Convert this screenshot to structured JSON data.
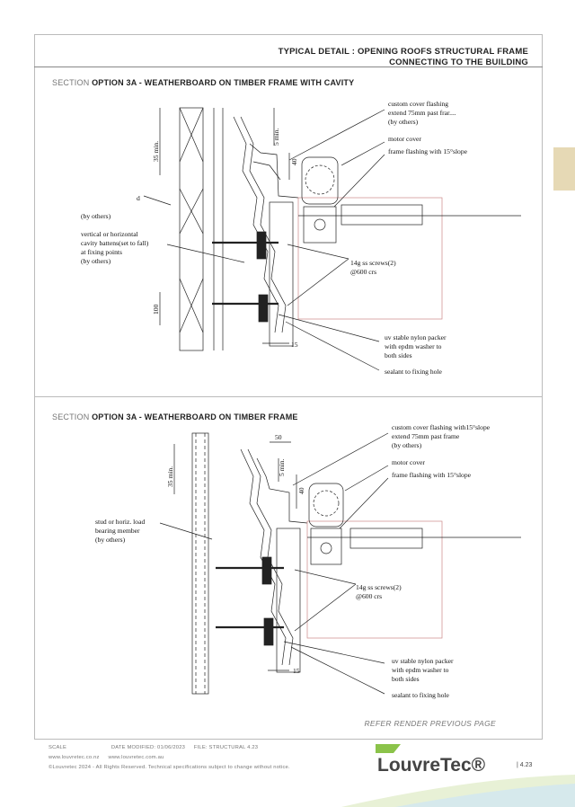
{
  "header": {
    "title_line1": "TYPICAL DETAIL :  OPENING ROOFS STRUCTURAL FRAME",
    "title_line2": "CONNECTING TO THE BUILDING"
  },
  "section1": {
    "prefix": "SECTION ",
    "title": "OPTION 3A - WEATHERBOARD ON TIMBER FRAME WITH CAVITY",
    "labels": {
      "cover_flashing_1": "custom cover flashing ",
      "cover_flashing_2": "extend 75mm past frar....",
      "cover_flashing_3": "(by others)",
      "motor_cover": "motor cover",
      "frame_flashing": "frame flashing with 15°slope",
      "d": "d",
      "by_others": "(by others)",
      "battens_1": "vertical or horizontal",
      "battens_2": "cavity battens(set to fall)",
      "battens_3": "at fixing points",
      "battens_4": "(by others)",
      "screws_1": "14g ss screws(2)",
      "screws_2": "@600 crs",
      "packer_1": "uv stable nylon packer",
      "packer_2": "with epdm washer to",
      "packer_3": "both sides",
      "sealant": "sealant to fixing hole",
      "dim_35": "35 min.",
      "dim_5": "5 min.",
      "dim_40": "40",
      "dim_100": "100",
      "dim_15": "15"
    }
  },
  "section2": {
    "prefix": "SECTION ",
    "title": "OPTION 3A -  WEATHERBOARD ON TIMBER FRAME",
    "labels": {
      "cover_flashing_1": "custom cover flashing with15°slope",
      "cover_flashing_2": "extend 75mm past frame",
      "cover_flashing_3": "(by others)",
      "motor_cover": "motor cover",
      "frame_flashing": "frame flashing with 15°slope",
      "stud_1": "stud or horiz. load",
      "stud_2": "bearing member",
      "stud_3": "(by others)",
      "screws_1": "14g ss screws(2)",
      "screws_2": "@600 crs",
      "packer_1": "uv stable nylon packer",
      "packer_2": "with epdm washer to",
      "packer_3": "both sides",
      "sealant": "sealant to fixing hole",
      "dim_35": "35 min.",
      "dim_5": "5 min.",
      "dim_50": "50",
      "dim_40": "40",
      "dim_15": "15"
    }
  },
  "refer": "REFER RENDER PREVIOUS PAGE",
  "footer": {
    "scale": "SCALE",
    "date_modified": "DATE MODIFIED: 01/06/2023",
    "file": "FILE: STRUCTURAL 4.23",
    "web_nz": "www.louvretec.co.nz",
    "web_au": "www.louvretec.com.au",
    "copyright": "©Louvretec 2024 - All Rights Reserved. Technical specifications subject to change without notice.",
    "page": "| 4.23",
    "logo_text": "LouvreTec®"
  }
}
